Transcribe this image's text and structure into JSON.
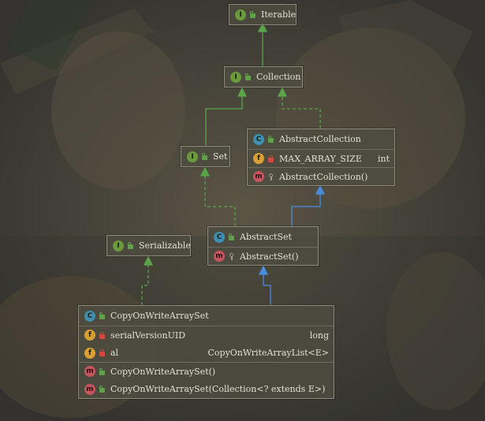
{
  "colors": {
    "background": "#3a3a36",
    "node_fill": "#4e4c40",
    "node_border": "#8e8d7d",
    "interface_edge": "#5aa54a",
    "class_edge": "#4a8ce0",
    "badge_interface": "#6a9a3b",
    "badge_class": "#3e8fb0",
    "badge_field": "#d8a033",
    "badge_method": "#c4555e"
  },
  "nodes": {
    "iterable": {
      "kind": "interface",
      "badge": "I",
      "name": "Iterable",
      "visibility": "public"
    },
    "collection": {
      "kind": "interface",
      "badge": "I",
      "name": "Collection",
      "visibility": "public"
    },
    "set": {
      "kind": "interface",
      "badge": "I",
      "name": "Set",
      "visibility": "public"
    },
    "serializable": {
      "kind": "interface",
      "badge": "I",
      "name": "Serializable",
      "visibility": "public"
    },
    "abstract_collection": {
      "kind": "abstract-class",
      "badge": "C",
      "name": "AbstractCollection",
      "visibility": "public",
      "fields": [
        {
          "badge": "f",
          "visibility": "private",
          "name": "MAX_ARRAY_SIZE",
          "type": "int"
        }
      ],
      "methods": [
        {
          "badge": "m",
          "visibility": "protected",
          "name": "AbstractCollection()"
        }
      ]
    },
    "abstract_set": {
      "kind": "abstract-class",
      "badge": "C",
      "name": "AbstractSet",
      "visibility": "public",
      "methods": [
        {
          "badge": "m",
          "visibility": "protected",
          "name": "AbstractSet()"
        }
      ]
    },
    "copy_on_write_array_set": {
      "kind": "class",
      "badge": "C",
      "name": "CopyOnWriteArraySet",
      "visibility": "public",
      "fields": [
        {
          "badge": "f",
          "visibility": "private",
          "name": "serialVersionUID",
          "type": "long"
        },
        {
          "badge": "f",
          "visibility": "private",
          "name": "al",
          "type": "CopyOnWriteArrayList<E>"
        }
      ],
      "methods": [
        {
          "badge": "m",
          "visibility": "public",
          "name": "CopyOnWriteArraySet()"
        },
        {
          "badge": "m",
          "visibility": "public",
          "name": "CopyOnWriteArraySet(Collection<? extends E>)"
        }
      ]
    }
  },
  "edges": [
    {
      "from": "collection",
      "to": "iterable",
      "relation": "extends",
      "style": "solid-green"
    },
    {
      "from": "set",
      "to": "collection",
      "relation": "extends",
      "style": "solid-green"
    },
    {
      "from": "abstract_collection",
      "to": "collection",
      "relation": "implements",
      "style": "dashed-green"
    },
    {
      "from": "abstract_set",
      "to": "set",
      "relation": "implements",
      "style": "dashed-green"
    },
    {
      "from": "abstract_set",
      "to": "abstract_collection",
      "relation": "extends",
      "style": "solid-blue"
    },
    {
      "from": "copy_on_write_array_set",
      "to": "serializable",
      "relation": "implements",
      "style": "dashed-green"
    },
    {
      "from": "copy_on_write_array_set",
      "to": "abstract_set",
      "relation": "extends",
      "style": "solid-blue"
    }
  ]
}
